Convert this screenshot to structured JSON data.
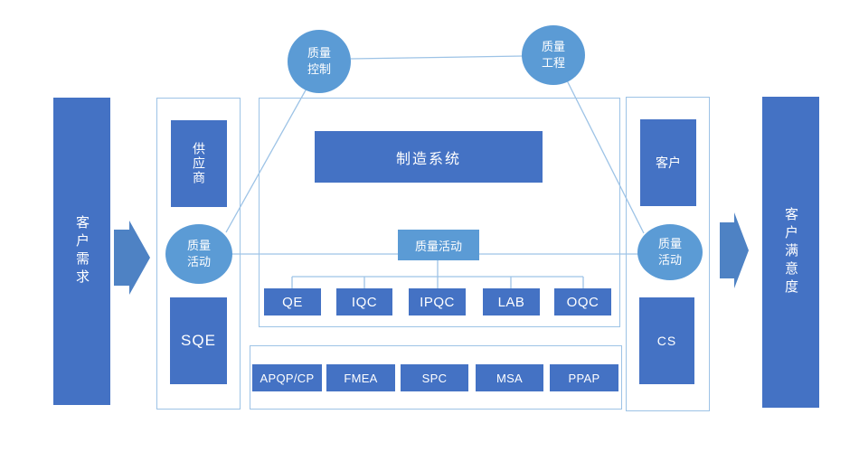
{
  "colors": {
    "node_blue": "#4472c4",
    "ellipse_blue": "#5b9bd5",
    "arrow_blue": "#4e82c4",
    "line_blue": "#9dc3e6",
    "text_white": "#ffffff"
  },
  "flow": {
    "input_bar": "客户需求",
    "output_bar": "客户满意度"
  },
  "top_circles": {
    "quality_control": "质量控制",
    "quality_engineering": "质量工程"
  },
  "left_column": {
    "supplier": "供应商",
    "quality_activity": "质量活动",
    "sqe": "SQE"
  },
  "center": {
    "manufacturing_system": "制造系统",
    "quality_activity": "质量活动",
    "departments": [
      "QE",
      "IQC",
      "IPQC",
      "LAB",
      "OQC"
    ]
  },
  "tools": [
    "APQP/CP",
    "FMEA",
    "SPC",
    "MSA",
    "PPAP"
  ],
  "right_column": {
    "customer": "客户",
    "quality_activity": "质量活动",
    "cs": "CS"
  }
}
